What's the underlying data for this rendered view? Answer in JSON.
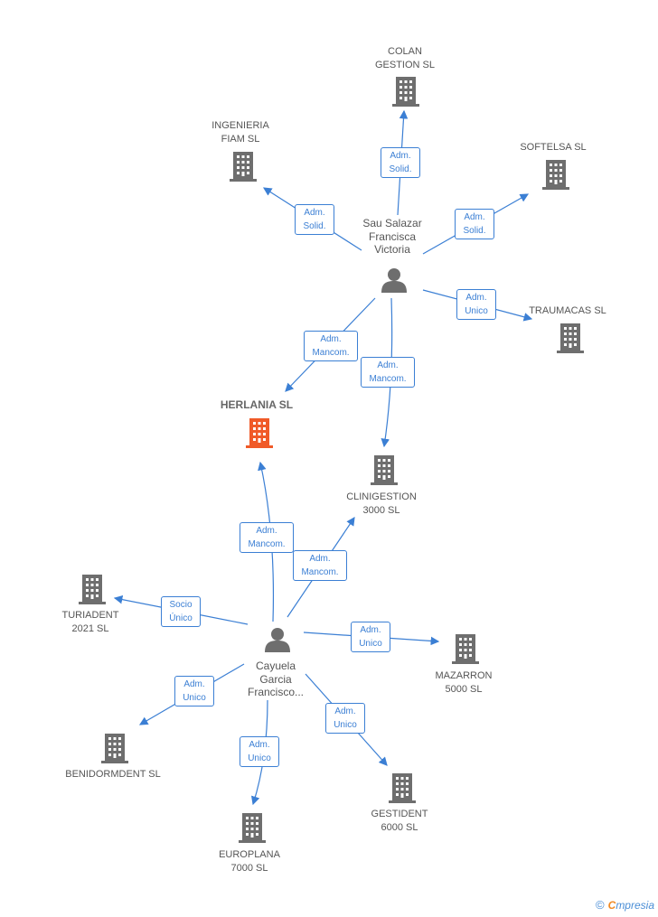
{
  "colors": {
    "edge": "#3b7fd4",
    "company": "#6e6e6e",
    "highlight": "#f05a28",
    "person": "#6e6e6e"
  },
  "people": {
    "p1": {
      "lines": [
        "Sau Salazar",
        "Francisca",
        "Victoria"
      ]
    },
    "p2": {
      "lines": [
        "Cayuela",
        "Garcia",
        "Francisco..."
      ]
    }
  },
  "companies": {
    "colan": [
      "COLAN",
      "GESTION SL"
    ],
    "ingenieria": [
      "INGENIERIA",
      "FIAM SL"
    ],
    "softelsa": [
      "SOFTELSA SL"
    ],
    "traumacas": [
      "TRAUMACAS SL"
    ],
    "herlania": [
      "HERLANIA SL"
    ],
    "clinigestion": [
      "CLINIGESTION",
      "3000 SL"
    ],
    "turiadent": [
      "TURIADENT",
      "2021 SL"
    ],
    "mazarron": [
      "MAZARRON",
      "5000 SL"
    ],
    "benidormdent": [
      "BENIDORMDENT SL"
    ],
    "gestident": [
      "GESTIDENT",
      "6000 SL"
    ],
    "europlana": [
      "EUROPLANA",
      "7000 SL"
    ]
  },
  "edges": {
    "p1_colan": [
      "Adm.",
      "Solid."
    ],
    "p1_ingenieria": [
      "Adm.",
      "Solid."
    ],
    "p1_softelsa": [
      "Adm.",
      "Solid."
    ],
    "p1_traumacas": [
      "Adm.",
      "Unico"
    ],
    "p1_herlania": [
      "Adm.",
      "Mancom."
    ],
    "p1_clinigestion": [
      "Adm.",
      "Mancom."
    ],
    "p2_herlania": [
      "Adm.",
      "Mancom."
    ],
    "p2_clinigestion": [
      "Adm.",
      "Mancom."
    ],
    "p2_turiadent": [
      "Socio",
      "Único"
    ],
    "p2_mazarron": [
      "Adm.",
      "Unico"
    ],
    "p2_benidormdent": [
      "Adm.",
      "Unico"
    ],
    "p2_gestident": [
      "Adm.",
      "Unico"
    ],
    "p2_europlana": [
      "Adm.",
      "Unico"
    ]
  },
  "footer": {
    "copyright": "©",
    "brand_initial": "C",
    "brand_rest": "mpresia"
  }
}
